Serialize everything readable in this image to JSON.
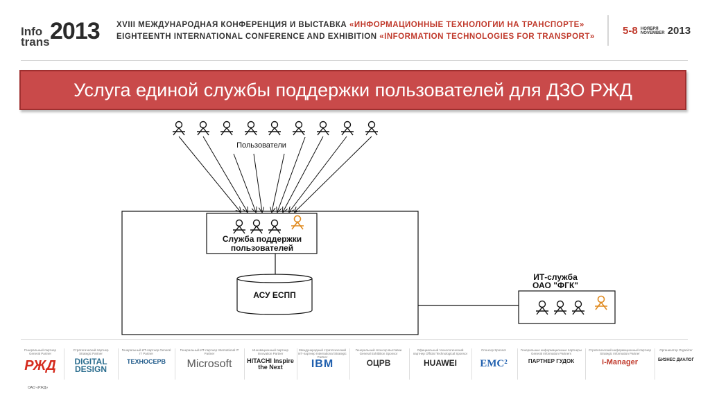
{
  "header": {
    "logo_info": "Info",
    "logo_trans": "trans",
    "logo_year": "2013",
    "line1_prefix": "XVIII МЕЖДУНАРОДНАЯ КОНФЕРЕНЦИЯ И ВЫСТАВКА ",
    "line1_accent": "«ИНФОРМАЦИОННЫЕ ТЕХНОЛОГИИ НА ТРАНСПОРТЕ»",
    "line2_prefix": "EIGHTEENTH INTERNATIONAL CONFERENCE AND EXHIBITION ",
    "line2_accent": "«INFORMATION TECHNOLOGIES FOR TRANSPORT»",
    "date_days": "5-8",
    "date_month_ru": "НОЯБРЯ",
    "date_month_en": "NOVEMBER",
    "date_year": "2013"
  },
  "title": "Услуга единой службы поддержки пользователей для ДЗО РЖД",
  "diagram": {
    "users_label": "Пользователи",
    "support_label_1": "Служба поддержки",
    "support_label_2": "пользователей",
    "db_label": "АСУ ЕСПП",
    "it_label_1": "ИТ-служба",
    "it_label_2": "ОАО \"ФГК\""
  },
  "sponsors": [
    {
      "caption": "Генеральный партнер General Partner",
      "name": "РЖД",
      "color": "#d52b1e"
    },
    {
      "caption": "Стратегический партнер Strategic Partner",
      "name": "DIGITAL DESIGN",
      "color": "#2c6e8f"
    },
    {
      "caption": "Генеральный ИТ-партнер General IT Partner",
      "name": "ТЕХНОСЕРВ",
      "color": "#1f5a8a"
    },
    {
      "caption": "Генеральный ИТ-партнер International IT Partner",
      "name": "Microsoft",
      "color": "#555555"
    },
    {
      "caption": "Инновационный партнер Innovation Partner",
      "name": "HITACHI Inspire the Next",
      "color": "#222222"
    },
    {
      "caption": "Международный стратегический ИТ-партнер International Strategic Partner",
      "name": "IBM",
      "color": "#1f5fae"
    },
    {
      "caption": "Генеральный спонсор выставки General Exhibition Sponsor",
      "name": "ОЦРВ",
      "color": "#333333"
    },
    {
      "caption": "Официальный технологический партнер Official Technological Sponsor",
      "name": "HUAWEI",
      "color": "#222222"
    },
    {
      "caption": "Спонсор Sponsor",
      "name": "EMC²",
      "color": "#1f5fae"
    },
    {
      "caption": "Генеральные информационные партнеры General Information Partners",
      "name": "ПАРТНЕР  ГУДОК",
      "color": "#222222"
    },
    {
      "caption": "Стратегический информационный партнер Strategic Information Partner",
      "name": "i-Manager",
      "color": "#c0392b"
    },
    {
      "caption": "Организатор Organizer",
      "name": "БИЗНЕС ДИАЛОГ",
      "color": "#222222"
    }
  ],
  "footer_caption": "ОАО «РЖД»"
}
